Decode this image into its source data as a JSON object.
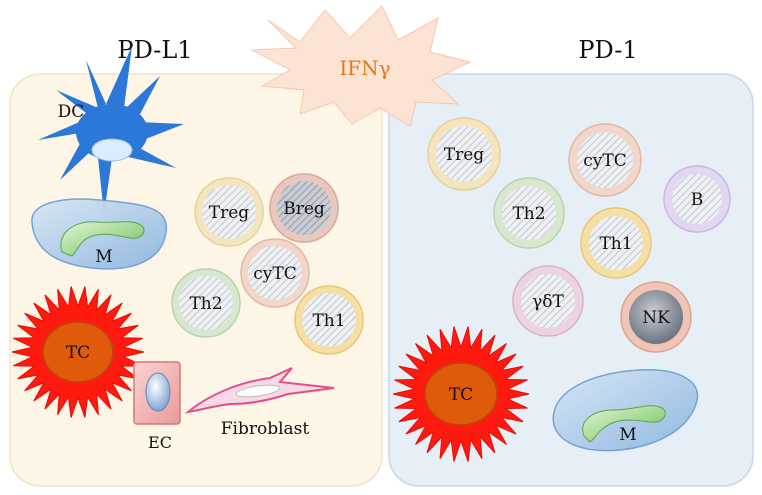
{
  "panels": {
    "left_title": "PD-L1",
    "right_title": "PD-1"
  },
  "center": {
    "label": "IFNγ"
  },
  "left_cells": {
    "dc": "DC",
    "macrophage": "M",
    "tumor": "TC",
    "endothelial": "EC",
    "fibroblast": "Fibroblast",
    "treg": "Treg",
    "breg": "Breg",
    "cytc": "cyTC",
    "th2": "Th2",
    "th1": "Th1"
  },
  "right_cells": {
    "treg": "Treg",
    "cytc": "cyTC",
    "b": "B",
    "th2": "Th2",
    "th1": "Th1",
    "gdt": "γδT",
    "nk": "NK",
    "tumor": "TC",
    "macrophage": "M"
  },
  "colors": {
    "left_panel_fill": "#fdf5e6",
    "right_panel_fill": "#e6eef6",
    "ifng_burst": "#fde3d3",
    "ifng_text": "#e07a1f",
    "tumor_spikes": "#ff1a10",
    "tumor_core": "#e05a0c",
    "dc_blue": "#2b78d8",
    "macrophage_body": "#a9c9ea",
    "nucleus_green": "#8fd07a",
    "endothelial": "#f4b8b8",
    "fibroblast": "#e0508a"
  }
}
